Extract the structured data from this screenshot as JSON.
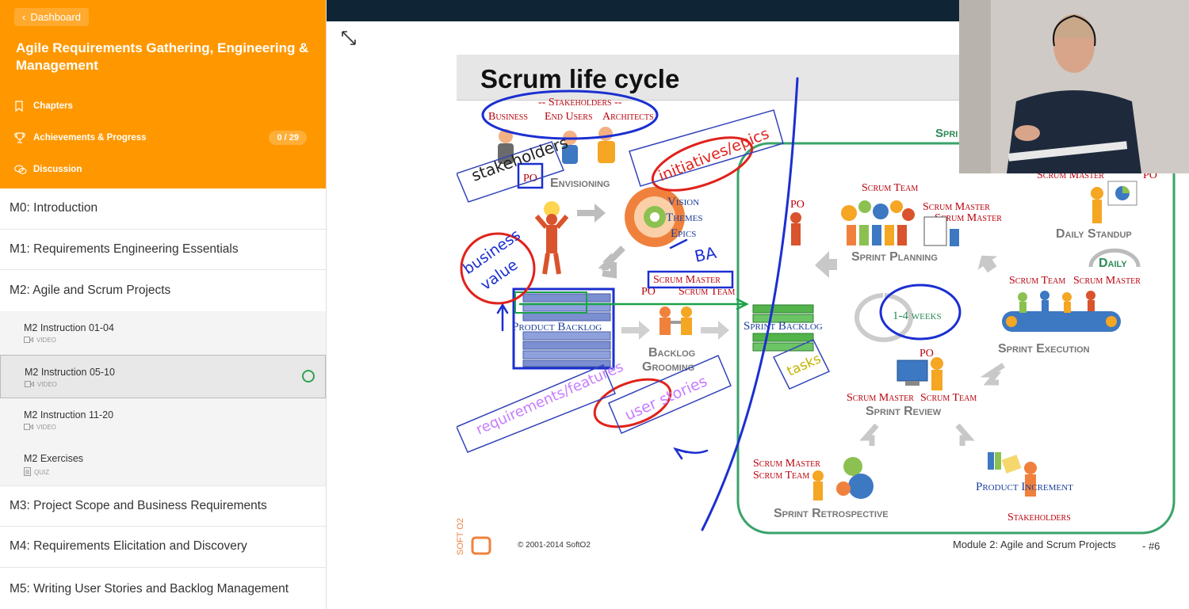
{
  "sidebar": {
    "back_label": "Dashboard",
    "course_title": "Agile Requirements Gathering, Engineering & Management",
    "nav": [
      {
        "label": "Chapters",
        "icon": "bookmark-icon"
      },
      {
        "label": "Achievements & Progress",
        "icon": "trophy-icon",
        "progress": "0 / 29"
      },
      {
        "label": "Discussion",
        "icon": "chat-icon"
      }
    ],
    "modules_before": [
      "M0: Introduction",
      "M1: Requirements Engineering Essentials",
      "M2: Agile and Scrum Projects"
    ],
    "lessons": [
      {
        "title": "M2 Instruction 01-04",
        "type": "VIDEO"
      },
      {
        "title": "M2 Instruction 05-10",
        "type": "VIDEO"
      },
      {
        "title": "M2 Instruction 11-20",
        "type": "VIDEO"
      },
      {
        "title": "M2 Exercises",
        "type": "QUIZ"
      }
    ],
    "modules_after": [
      "M3: Project Scope and Business Requirements",
      "M4: Requirements Elicitation and Discovery",
      "M5: Writing User Stories and Backlog Management"
    ]
  },
  "slide": {
    "title": "Scrum life cycle",
    "labels": {
      "stakeholders_header": "-- Stakeholders --",
      "business": "Business",
      "end_users": "End Users",
      "architects": "Architects",
      "po1": "PO",
      "envisioning": "Envisioning",
      "vision": "Vision",
      "themes": "Themes",
      "epics": "Epics",
      "product_backlog": "Product Backlog",
      "scrum_master_pb": "Scrum Master",
      "po_pb": "PO",
      "scrum_team_pb": "Scrum Team",
      "backlog_grooming_1": "Backlog",
      "backlog_grooming_2": "Grooming",
      "sprint_backlog": "Sprint Backlog",
      "sprint_label": "Spri",
      "po_sp": "PO",
      "scrum_team_sp": "Scrum Team",
      "scrum_master_sp1": "Scrum Master",
      "scrum_master_sp2": "Scrum Master",
      "sprint_planning": "Sprint Planning",
      "scrum_master_ds": "Scrum Master",
      "po_ds": "PO",
      "daily_standup": "Daily Standup",
      "daily": "Daily",
      "scrum_team_se": "Scrum Team",
      "scrum_master_se": "Scrum Master",
      "sprint_execution": "Sprint Execution",
      "weeks": "1-4 weeks",
      "po_sr": "PO",
      "scrum_master_sr": "Scrum Master",
      "scrum_team_sr": "Scrum Team",
      "sprint_review": "Sprint Review",
      "scrum_master_ret": "Scrum Master",
      "scrum_team_ret": "Scrum Team",
      "sprint_retrospective": "Sprint Retrospective",
      "product_increment": "Product Increment",
      "stakeholders_pi": "Stakeholders"
    },
    "annotations": {
      "stakeholders": "stakeholders",
      "initiatives": "initiatives/epics",
      "business_value_1": "business",
      "business_value_2": "value",
      "ba": "BA",
      "requirements": "requirements/features",
      "user_stories": "user stories",
      "tasks": "tasks"
    },
    "logo": "SOFT O2",
    "copyright": "© 2001-2014 SoftO2",
    "module_footer": "Module 2: Agile and Scrum Projects",
    "slide_number": "-  #6"
  },
  "colors": {
    "accent": "#ff9800",
    "topbar": "#0f2535",
    "ink_blue": "#1b2fd1",
    "ink_red": "#e0221b",
    "green_frame": "#3aa36b"
  }
}
